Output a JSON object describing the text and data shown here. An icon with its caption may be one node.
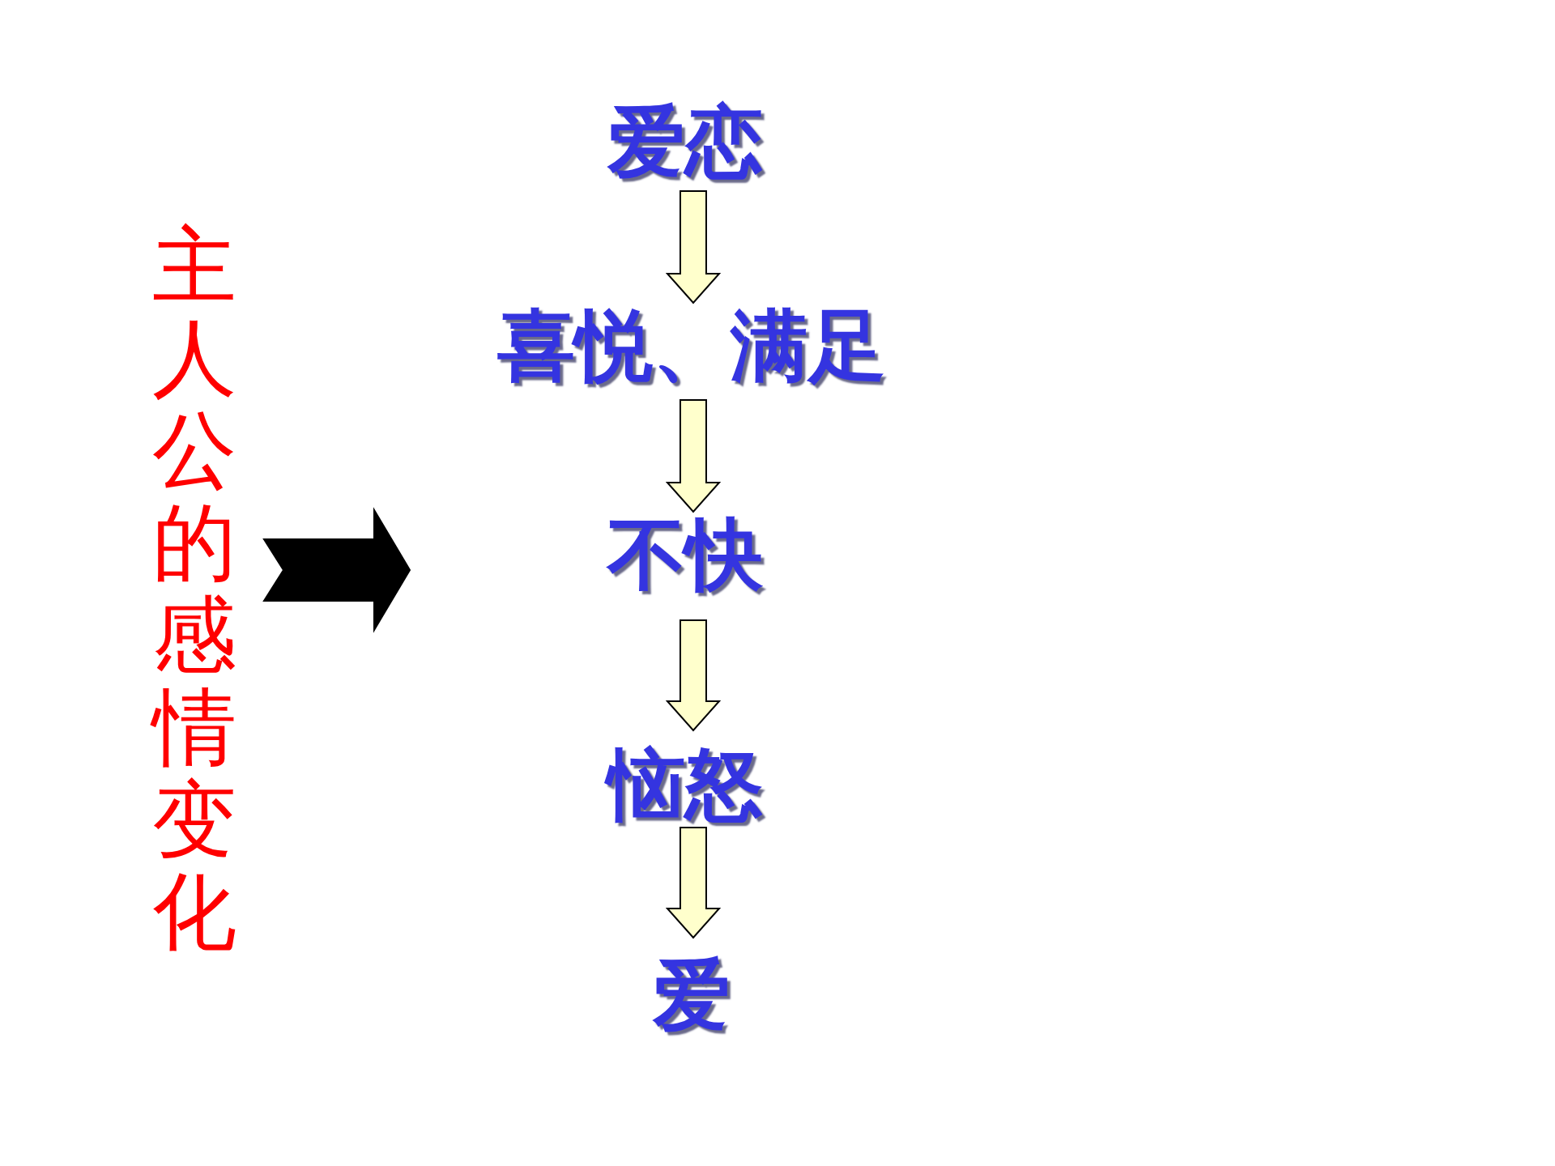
{
  "diagram": {
    "nodes": [
      {
        "text": [
          "主人公的感情变化"
        ]
      },
      {
        "text": [
          "爱恋"
        ]
      },
      {
        "text": [
          "喜悦、满足"
        ]
      },
      {
        "text": [
          "不快"
        ]
      },
      {
        "text": [
          "恼怒"
        ]
      },
      {
        "text": [
          "爱"
        ]
      }
    ],
    "edges": [
      {
        "from": 0,
        "to": null,
        "arrow": "to",
        "style": "thick",
        "color": "#000000"
      },
      {
        "from": 1,
        "to": 2,
        "arrow": "to"
      },
      {
        "from": 2,
        "to": 3,
        "arrow": "to"
      },
      {
        "from": 3,
        "to": 4,
        "arrow": "to"
      },
      {
        "from": 4,
        "to": 5,
        "arrow": "to"
      }
    ]
  }
}
